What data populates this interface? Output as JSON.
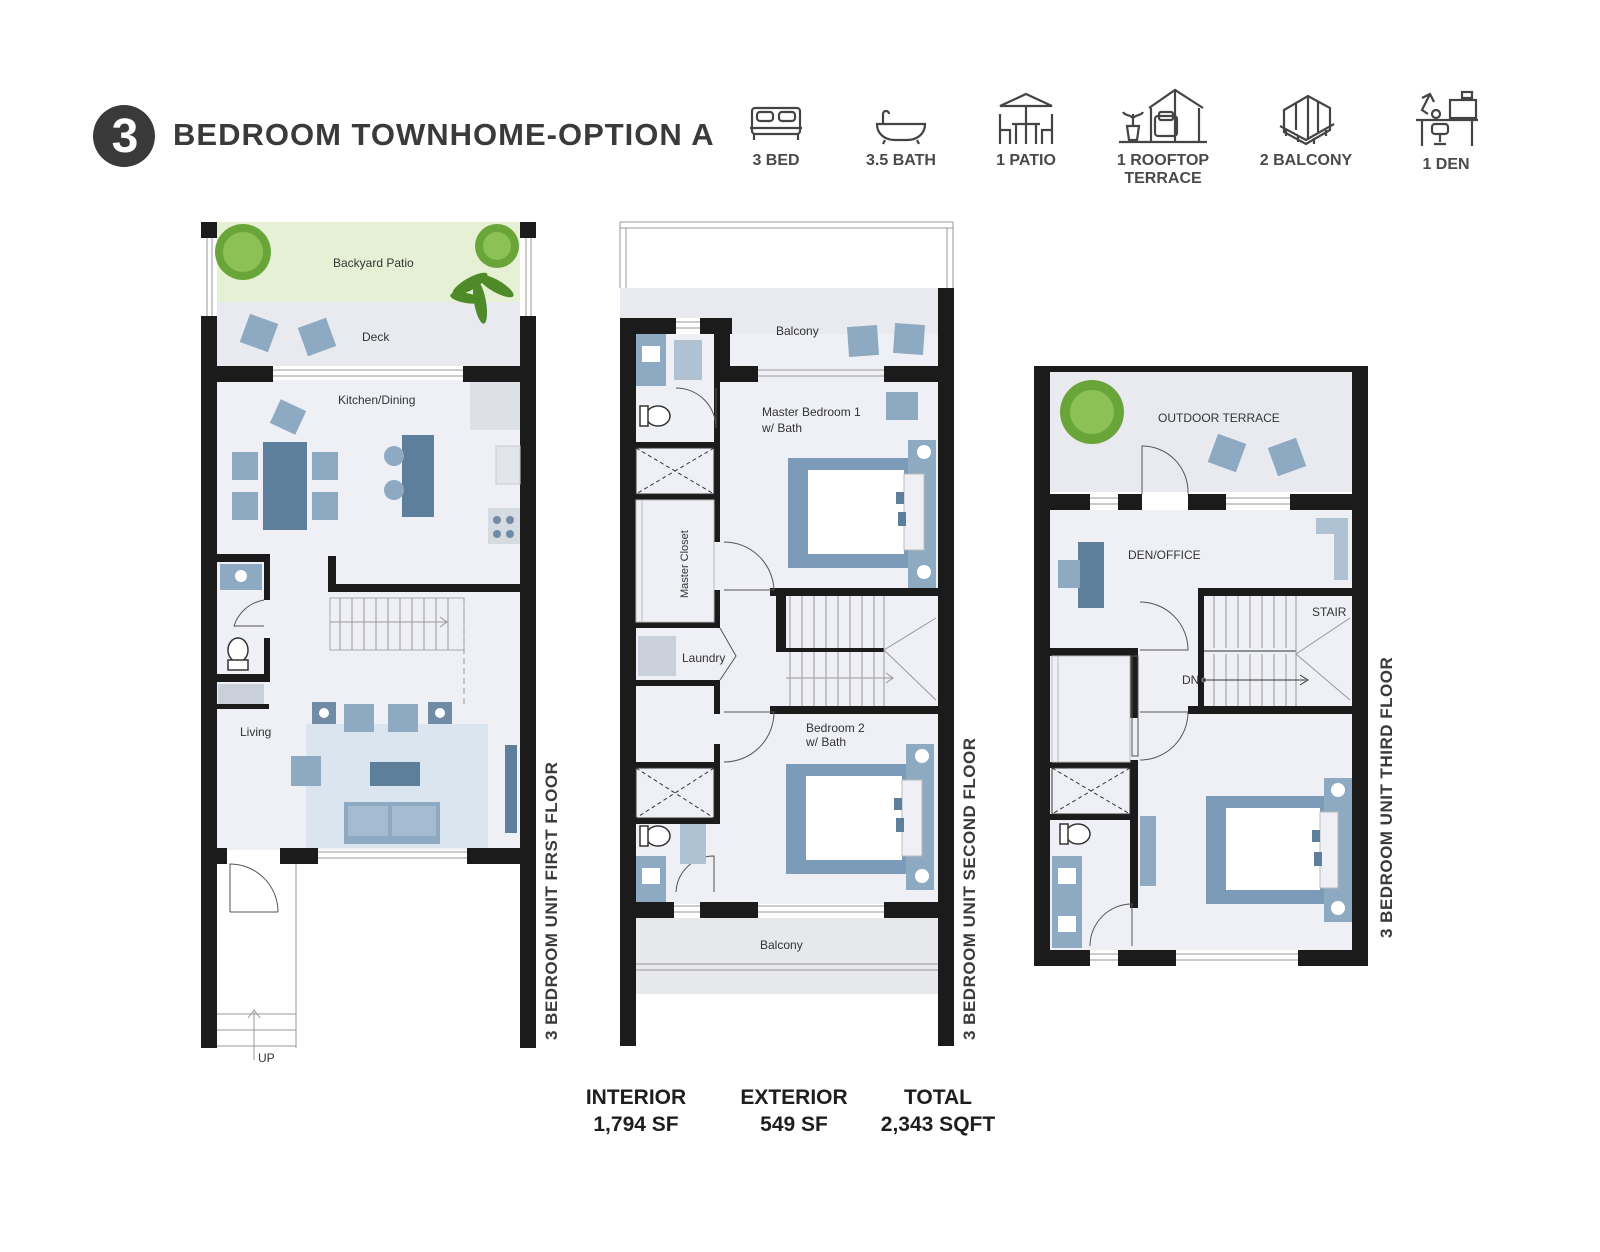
{
  "header": {
    "number": "3",
    "title": "BEDROOM TOWNHOME-OPTION A"
  },
  "features": [
    {
      "icon": "bed-icon",
      "label": "3 BED"
    },
    {
      "icon": "bathtub-icon",
      "label": "3.5 BATH"
    },
    {
      "icon": "patio-table-icon",
      "label": "1 PATIO"
    },
    {
      "icon": "rooftop-terrace-icon",
      "label": "1 ROOFTOP TERRACE"
    },
    {
      "icon": "balcony-icon",
      "label": "2 BALCONY"
    },
    {
      "icon": "den-desk-icon",
      "label": "1 DEN"
    }
  ],
  "floors": {
    "first": {
      "label": "3 BEDROOM UNIT FIRST FLOOR",
      "rooms": {
        "patio": "Backyard Patio",
        "deck": "Deck",
        "kitchen": "Kitchen/Dining",
        "living": "Living",
        "up": "UP"
      }
    },
    "second": {
      "label": "3 BEDROOM UNIT SECOND FLOOR",
      "rooms": {
        "balcony_top": "Balcony",
        "master1": "Master Bedroom 1",
        "master1_sub": "w/ Bath",
        "closet": "Master Closet",
        "laundry": "Laundry",
        "bed2": "Bedroom 2",
        "bed2_sub": "w/ Bath",
        "balcony_bottom": "Balcony"
      }
    },
    "third": {
      "label": "3 BEDROOM UNIT THIRD FLOOR",
      "rooms": {
        "terrace": "OUTDOOR TERRACE",
        "den": "DEN/OFFICE",
        "stair": "STAIR",
        "dn": "DN"
      }
    }
  },
  "areas": {
    "interior": {
      "label": "INTERIOR",
      "value": "1,794 SF"
    },
    "exterior": {
      "label": "EXTERIOR",
      "value": "549 SF"
    },
    "total": {
      "label": "TOTAL",
      "value": "2,343 SQFT"
    }
  },
  "colors": {
    "wall": "#1b1b1b",
    "floor": "#eef0f5",
    "furniture": "#8ea9c2",
    "furniture_dark": "#5e7f9c",
    "patio_green": "#e6f0d5",
    "tree": "#6aa53a"
  }
}
